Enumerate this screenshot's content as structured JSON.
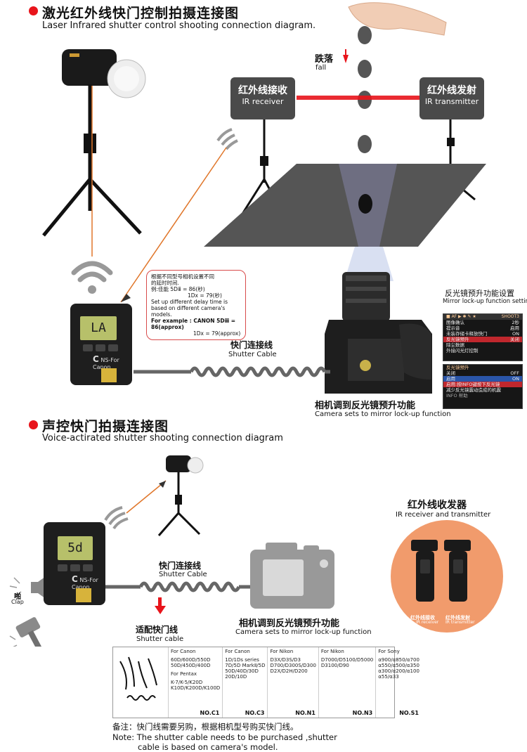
{
  "section1": {
    "title_cn": "激光红外线快门控制拍摄连接图",
    "title_en": "Laser Infrared shutter control shooting connection diagram."
  },
  "fall": {
    "cn": "跌落",
    "en": "fall"
  },
  "ir_receiver": {
    "cn": "红外线接收",
    "en": "IR receiver"
  },
  "ir_transmitter": {
    "cn": "红外线发射",
    "en": "IR transmitter"
  },
  "delay_note": {
    "line1": "根据不同型号相机设置不同",
    "line2": "的延时时间.",
    "line3": "例:佳能  5Dⅲ = 86(秒)",
    "line4": "1Dx = 79(秒)",
    "line5": "Set up different delay time is",
    "line6": "based on different camera's",
    "line7": "models.",
    "line8": "For example : CANON  5Dⅲ = 86(approx)",
    "line9": "1Dx = 79(approx)"
  },
  "trigger_top": {
    "screen": "LA",
    "brand": "C",
    "model": "NS-For Canon"
  },
  "shutter_cable_1": {
    "cn": "快门连接线",
    "en": "Shutter Cable"
  },
  "camera_mirror_1": {
    "cn": "相机调到反光镜预升功能",
    "en": "Camera sets to mirror lock-up function"
  },
  "mirror_settings": {
    "cn": "反光镜预升功能设置",
    "en": "Mirror lock-up function setting",
    "tab_label": "SHOOT3",
    "menu1": [
      {
        "label": "图像确认",
        "value": "2秒"
      },
      {
        "label": "提示音",
        "value": "启用"
      },
      {
        "label": "未装存储卡释放快门",
        "value": "ON"
      },
      {
        "label": "反光镜预升",
        "value": "关闭"
      },
      {
        "label": "除尘数据",
        "value": ""
      },
      {
        "label": "外接闪光灯控制",
        "value": ""
      }
    ],
    "menu2_title": "反光镜预升",
    "menu2": [
      {
        "label": "关闭",
        "value": "OFF"
      },
      {
        "label": "启用",
        "value": "ON"
      },
      {
        "label": "启用:按INFO键按下反光镜",
        "value": ""
      },
      {
        "label": "减少反光镜震动造成的机震",
        "value": ""
      }
    ],
    "info_label": "INFO 帮助"
  },
  "section2": {
    "title_cn": "声控快门拍摄连接图",
    "title_en": "Voice-actirated shutter shooting connection diagram"
  },
  "trigger_bottom": {
    "screen": "5d",
    "brand": "C",
    "model": "NS-For Canon"
  },
  "shutter_cable_2": {
    "cn": "快门连接线",
    "en": "Shutter Cable"
  },
  "camera_mirror_2": {
    "cn": "相机调到反光镜预升功能",
    "en": "Camera sets to mirror lock-up function"
  },
  "clap": {
    "cn": "啪",
    "en": "Clap"
  },
  "adapter": {
    "cn": "适配快门线",
    "en": "Shutter cable"
  },
  "ir_pair": {
    "cn": "红外线收发器",
    "en": "IR receiver and transmitter",
    "left_cn": "红外线接收",
    "left_en": "IR receiver",
    "right_cn": "红外线发射",
    "right_en": "IR transmitter"
  },
  "cables": [
    {
      "brand": "For Canon",
      "models": "60D/600D/550D\n50D/450D/400D",
      "extra_brand": "For Pentax",
      "extra_models": "K-7/K-5/K20D\nK10D/K200D/K100D",
      "code": "NO.C1"
    },
    {
      "brand": "For Canon",
      "models": "1D/1Ds series\n7D/5D MarkⅡ/5D\n50D/40D/30D\n20D/10D",
      "extra_brand": "",
      "extra_models": "",
      "code": "NO.C3"
    },
    {
      "brand": "For Nikon",
      "models": "D3X/D3S/D3\nD700/D300S/D300\nD2X/D2H/D200",
      "extra_brand": "",
      "extra_models": "",
      "code": "NO.N1"
    },
    {
      "brand": "For Nikon",
      "models": "D7000/D5100/D5000\nD3100/D90",
      "extra_brand": "",
      "extra_models": "",
      "code": "NO.N3"
    },
    {
      "brand": "For Sony",
      "models": "α900/α850/α700\nα550/α500/α350\nα300/α200/α100\nα55/α33",
      "extra_brand": "",
      "extra_models": "",
      "code": "NO.S1"
    }
  ],
  "note": {
    "cn": "备注：快门线需要另购，根据相机型号购买快门线。",
    "en1": "Note: The shutter cable needs to be purchased ,shutter",
    "en2": "cable is based on  camera's model."
  }
}
